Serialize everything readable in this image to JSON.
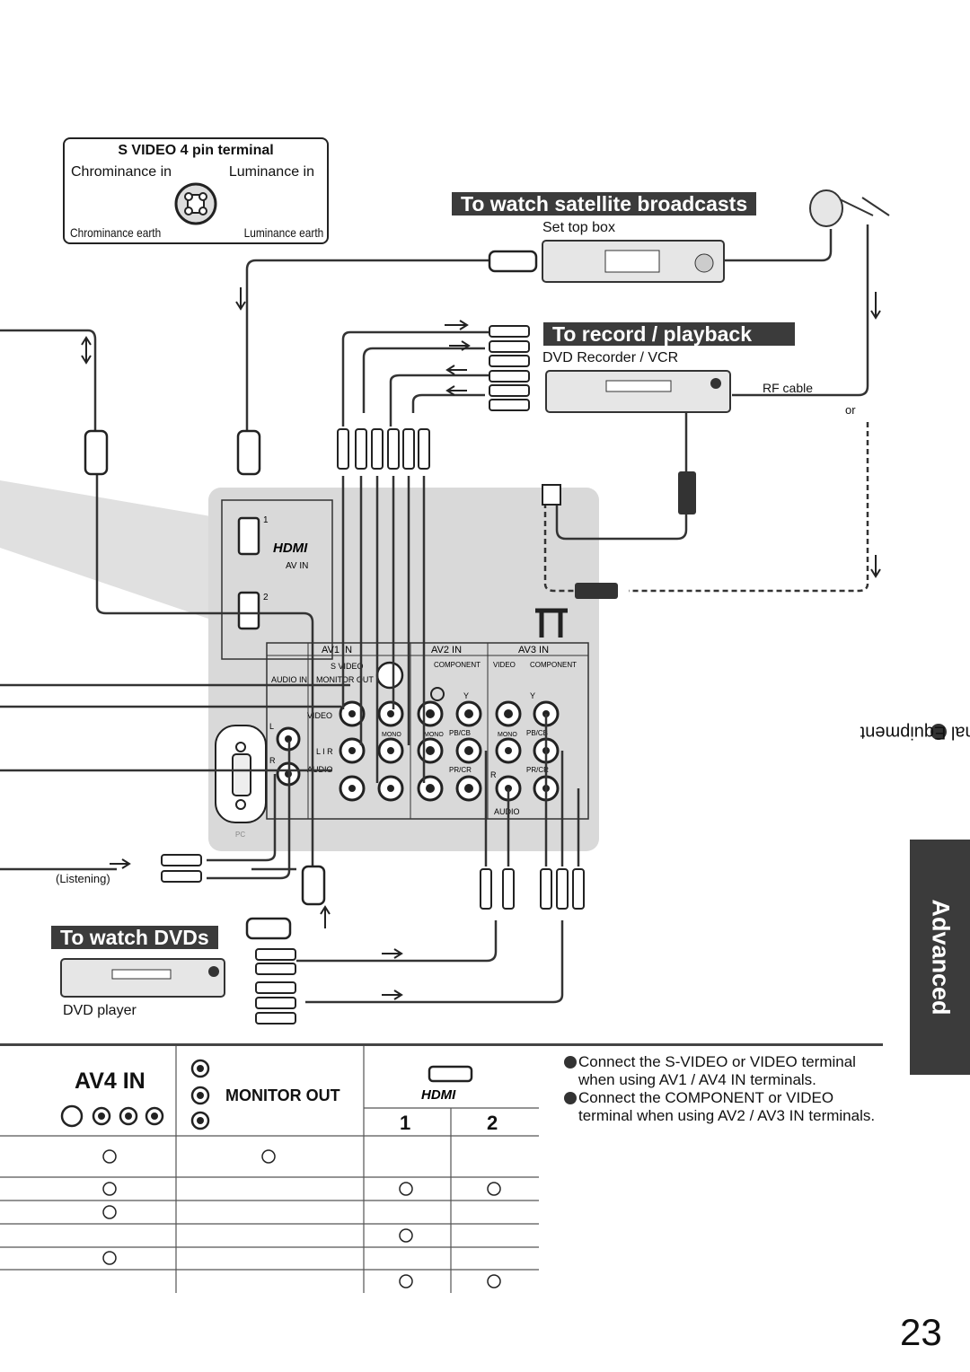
{
  "svideo": {
    "title": "S VIDEO 4 pin terminal",
    "chroma_in": "Chrominance in",
    "lum_in": "Luminance in",
    "chroma_earth": "Chrominance earth",
    "lum_earth": "Luminance earth"
  },
  "sections": {
    "satellite": "To watch satellite broadcasts",
    "settop": "Set top box",
    "record": "To record / playback",
    "recorder": "DVD Recorder / VCR",
    "rf_cable": "RF cable",
    "or": "or",
    "listening": "(Listening)",
    "dvds": "To watch DVDs",
    "dvd_player": "DVD player"
  },
  "panel": {
    "hdmi_1": "1",
    "hdmi_2": "2",
    "hdmi_logo": "HDMI",
    "av_in": "AV IN",
    "av1_in": "AV1  IN",
    "av2_in": "AV2  IN",
    "av3_in": "AV3  IN",
    "s_video": "S VIDEO",
    "audio_in": "AUDIO IN",
    "monitor_out": "MONITOR OUT",
    "component": "COMPONENT",
    "video": "VIDEO",
    "video_v": "VIDEO",
    "l": "L",
    "r": "R",
    "audio": "AUDIO",
    "audio_v": "AUDIO",
    "lir": "L I R",
    "mono": "MONO",
    "y": "Y",
    "pb_cb": "PB/CB",
    "pr_cr": "PR/CR",
    "pc": "PC"
  },
  "sidebar": {
    "external": "External Equipment",
    "advanced": "Advanced"
  },
  "table": {
    "av4_in": "AV4 IN",
    "monitor_out": "MONITOR OUT",
    "hdmi_logo": "HDMI",
    "col_1": "1",
    "col_2": "2",
    "rows": [
      [
        true,
        true,
        false,
        false
      ],
      [
        true,
        false,
        true,
        true
      ],
      [
        true,
        false,
        false,
        false
      ],
      [
        false,
        false,
        true,
        false
      ],
      [
        true,
        false,
        false,
        false
      ],
      [
        false,
        false,
        true,
        true
      ]
    ]
  },
  "notes": [
    "Connect the S-VIDEO or VIDEO terminal when using AV1 / AV4 IN terminals.",
    "Connect the COMPONENT or VIDEO terminal when using AV2 / AV3 IN terminals."
  ],
  "page_number": "23"
}
